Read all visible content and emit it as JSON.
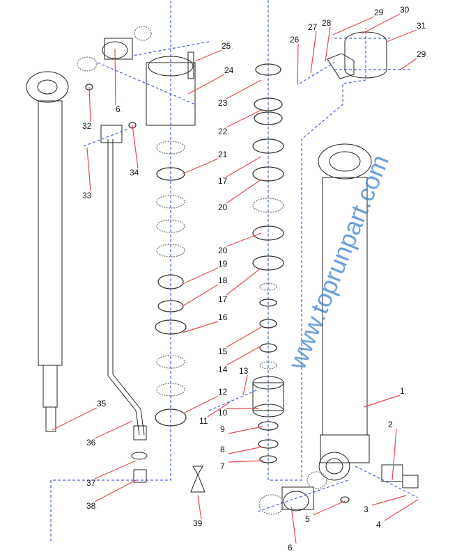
{
  "diagram": {
    "title_visible": false,
    "watermark": "www.toprunpart.com",
    "colors": {
      "leader": "#e8494b",
      "centerline": "#4a5fdc",
      "watermark": "#3b7fd0",
      "outline": "#222222"
    },
    "callouts": [
      {
        "label": "29",
        "mark": false
      },
      {
        "label": "30",
        "mark": true
      },
      {
        "label": "31",
        "mark": true
      },
      {
        "label": "28",
        "mark": false
      },
      {
        "label": "27",
        "mark": true
      },
      {
        "label": "26",
        "mark": true
      },
      {
        "label": "29",
        "mark": true
      },
      {
        "label": "25",
        "mark": true
      },
      {
        "label": "24",
        "mark": true
      },
      {
        "label": "23",
        "mark": true
      },
      {
        "label": "22",
        "mark": true
      },
      {
        "label": "21",
        "mark": true
      },
      {
        "label": "17",
        "mark": true
      },
      {
        "label": "20",
        "mark": true
      },
      {
        "label": "20",
        "mark": true
      },
      {
        "label": "19",
        "mark": true
      },
      {
        "label": "18",
        "mark": true
      },
      {
        "label": "17",
        "mark": true
      },
      {
        "label": "16",
        "mark": true
      },
      {
        "label": "15",
        "mark": true
      },
      {
        "label": "14",
        "mark": false
      },
      {
        "label": "13",
        "mark": true
      },
      {
        "label": "12",
        "mark": false
      },
      {
        "label": "11",
        "mark": false
      },
      {
        "label": "10",
        "mark": true
      },
      {
        "label": "9",
        "mark": true
      },
      {
        "label": "8",
        "mark": true
      },
      {
        "label": "7",
        "mark": true
      },
      {
        "label": "6",
        "mark": true
      },
      {
        "label": "32",
        "mark": true
      },
      {
        "label": "34",
        "mark": true
      },
      {
        "label": "33",
        "mark": true
      },
      {
        "label": "35",
        "mark": true
      },
      {
        "label": "36",
        "mark": false
      },
      {
        "label": "37",
        "mark": false
      },
      {
        "label": "38",
        "mark": true
      },
      {
        "label": "39",
        "mark": false
      },
      {
        "label": "5",
        "mark": false
      },
      {
        "label": "6",
        "mark": true
      },
      {
        "label": "1",
        "mark": true
      },
      {
        "label": "2",
        "mark": true
      },
      {
        "label": "3",
        "mark": true
      },
      {
        "label": "4",
        "mark": true
      }
    ],
    "mark_glyph": "."
  }
}
